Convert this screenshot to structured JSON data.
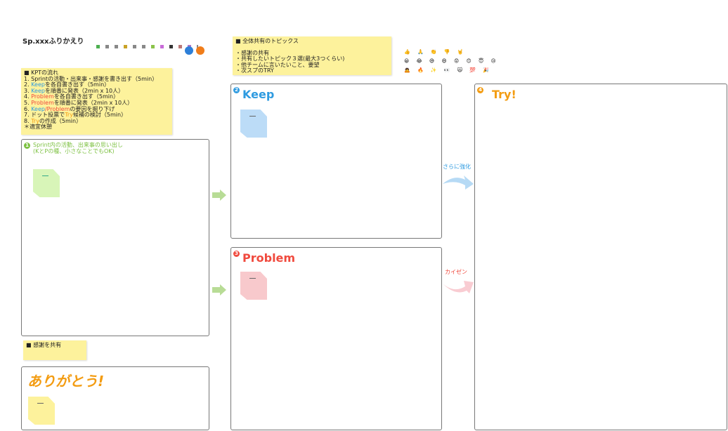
{
  "header": {
    "title": "Sp.xxxふりかえり"
  },
  "kpt_flow": {
    "heading": "■ KPTの流れ",
    "steps": [
      {
        "pre": "1. Sprintの活動・出来事・感謝を書き出す（5min）"
      },
      {
        "pre": "2. ",
        "k": "Keep",
        "post": "を各自書き出す（5min）"
      },
      {
        "pre": "3. ",
        "k": "Keep",
        "post": "を順番に発表（2min x 10人）"
      },
      {
        "pre": "4. ",
        "p": "Problem",
        "post": "を各自書き出す（5min）"
      },
      {
        "pre": "5. ",
        "p": "Problem",
        "post": "を順番に発表（2min x 10人）"
      },
      {
        "pre": "6. ",
        "k": "Keep",
        "sep": "/",
        "p": "Problem",
        "post": "の要因を掘り下げ"
      },
      {
        "pre": "7. ドット投票で",
        "t": "Try",
        "post": "候補の検討（5min）"
      },
      {
        "pre": "8. ",
        "t": "Try",
        "post": "の作成（5min）"
      }
    ],
    "note": "＊適宜休憩"
  },
  "topics": {
    "heading": "■ 全体共有のトピックス",
    "items": [
      "・感謝の共有",
      "・共有したいトピック３選(最大3つくらい)",
      "・他チームに言いたいこと、要望",
      "・次スプのTRY"
    ]
  },
  "reactions": {
    "rows": [
      "👍 🙏 👏 👎 🤘",
      "😀 😂 😅 😄 😡 😊 😇 😢",
      "🙇 🔥 ✨ 👀 🙀 💯 🎉"
    ]
  },
  "section1": {
    "number": "1",
    "label_line1": "Sprint内の活動、出来事の思い出し",
    "label_line2": "(KとPの種、小さなことでもOK)"
  },
  "keep": {
    "number": "2",
    "title": "Keep"
  },
  "problem": {
    "number": "3",
    "title": "Problem"
  },
  "try": {
    "number": "4",
    "title": "Try!"
  },
  "arrows": {
    "strengthen": "さらに強化",
    "kaizen": "カイゼン"
  },
  "thanks": {
    "heading": "■ 感謝を共有",
    "logo_text": "ありがとう!"
  },
  "colors": {
    "keep": "#2f9be0",
    "problem": "#f04a3e",
    "try": "#f39c12",
    "section1": "#7dc142",
    "sticky": "#fdf29c"
  }
}
